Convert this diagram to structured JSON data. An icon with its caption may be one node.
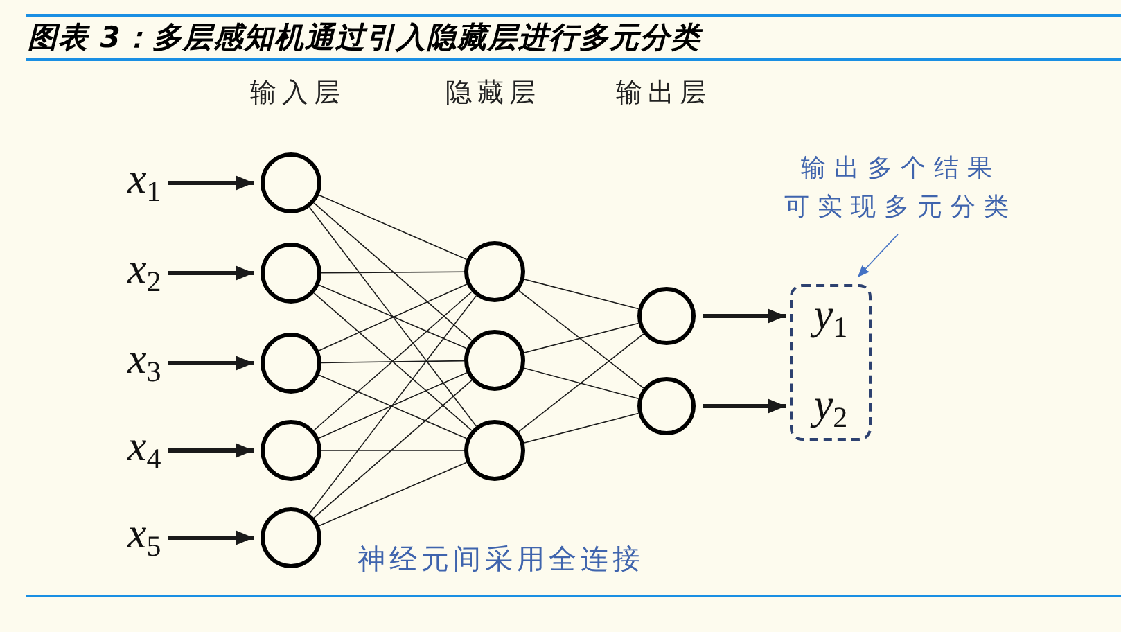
{
  "diagram": {
    "title": "图表 3：多层感知机通过引入隐藏层进行多元分类",
    "nodes": [
      {
        "text": [
          "*x*$_{1}$"
        ]
      },
      {
        "text": [
          "*x*$_{2}$"
        ]
      },
      {
        "text": [
          "*x*$_{3}$"
        ]
      },
      {
        "text": [
          "*x*$_{4}$"
        ]
      },
      {
        "text": [
          "*x*$_{5}$"
        ]
      },
      {
        "text": [],
        "shape": "circle"
      },
      {
        "text": [],
        "shape": "circle"
      },
      {
        "text": [],
        "shape": "circle"
      },
      {
        "text": [],
        "shape": "circle"
      },
      {
        "text": [],
        "shape": "circle"
      },
      {
        "text": [],
        "shape": "circle"
      },
      {
        "text": [],
        "shape": "circle"
      },
      {
        "text": [],
        "shape": "circle"
      },
      {
        "text": [],
        "shape": "circle"
      },
      {
        "text": [],
        "shape": "circle"
      },
      {
        "text": [],
        "shape": "box"
      },
      {
        "text": [
          "*y*$_{1}$"
        ],
        "in": 15
      },
      {
        "text": [
          "*y*$_{2}$"
        ],
        "in": 15
      },
      {
        "text": [
          "输出多个结果可实现多元分类"
        ]
      }
    ],
    "edges": [
      {
        "from": 0,
        "to": 5,
        "arrow": "to",
        "style": "thick"
      },
      {
        "from": 1,
        "to": 6,
        "arrow": "to",
        "style": "thick"
      },
      {
        "from": 2,
        "to": 7,
        "arrow": "to",
        "style": "thick"
      },
      {
        "from": 3,
        "to": 8,
        "arrow": "to",
        "style": "thick"
      },
      {
        "from": 4,
        "to": 9,
        "arrow": "to",
        "style": "thick"
      },
      {
        "from": 5,
        "to": 10,
        "arrow": "none"
      },
      {
        "from": 5,
        "to": 11,
        "arrow": "none"
      },
      {
        "from": 5,
        "to": 12,
        "arrow": "none"
      },
      {
        "from": 6,
        "to": 10,
        "arrow": "none"
      },
      {
        "from": 6,
        "to": 11,
        "arrow": "none"
      },
      {
        "from": 6,
        "to": 12,
        "arrow": "none"
      },
      {
        "from": 7,
        "to": 10,
        "arrow": "none"
      },
      {
        "from": 7,
        "to": 11,
        "arrow": "none"
      },
      {
        "from": 7,
        "to": 12,
        "arrow": "none"
      },
      {
        "from": 8,
        "to": 10,
        "arrow": "none"
      },
      {
        "from": 8,
        "to": 11,
        "arrow": "none"
      },
      {
        "from": 8,
        "to": 12,
        "arrow": "none"
      },
      {
        "from": 9,
        "to": 10,
        "arrow": "none"
      },
      {
        "from": 9,
        "to": 11,
        "arrow": "none"
      },
      {
        "from": 9,
        "to": 12,
        "arrow": "none"
      },
      {
        "from": 10,
        "to": 13,
        "arrow": "none"
      },
      {
        "from": 10,
        "to": 14,
        "arrow": "none"
      },
      {
        "from": 11,
        "to": 13,
        "arrow": "none"
      },
      {
        "from": 11,
        "to": 14,
        "arrow": "none"
      },
      {
        "from": 12,
        "to": 13,
        "arrow": "none"
      },
      {
        "from": 12,
        "to": 14,
        "arrow": "none"
      },
      {
        "from": 13,
        "to": 16,
        "arrow": "to",
        "style": "thick"
      },
      {
        "from": 14,
        "to": 17,
        "arrow": "to",
        "style": "thick"
      },
      {
        "from": 18,
        "to": 15,
        "arrow": "to",
        "color": "#4472c4"
      }
    ],
    "labels": [
      "输入层",
      "隐藏层",
      "输出层",
      "神经元间采用全连接"
    ]
  }
}
